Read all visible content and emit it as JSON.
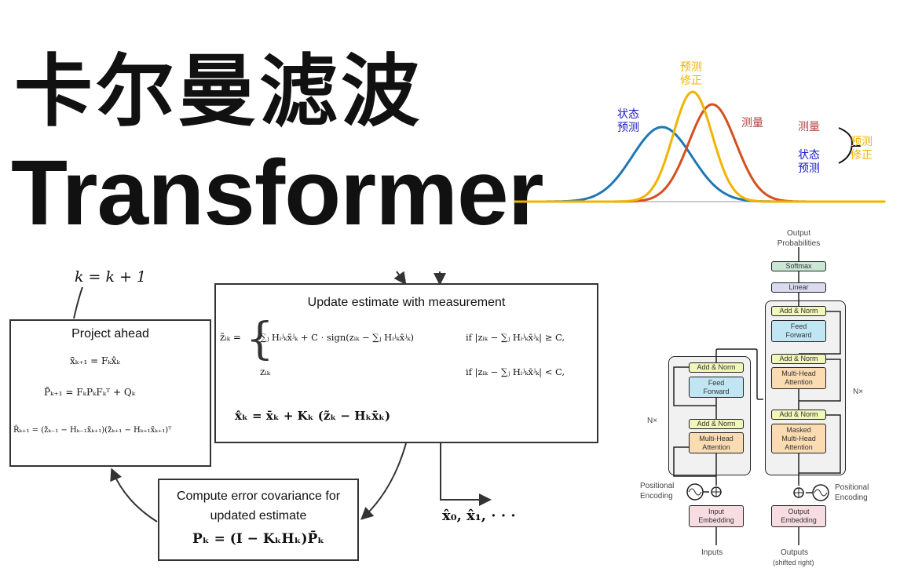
{
  "titles": {
    "chinese": "卡尔曼滤波",
    "english": "Transformer"
  },
  "gaussian": {
    "labels": {
      "state_pred": "状态\n预测",
      "pred_correct": "预测\n修正",
      "measurement": "测量"
    },
    "legend": {
      "measurement": "测量",
      "state_pred": "状态\n预测",
      "pred_correct": "预测\n修正"
    },
    "colors": {
      "blue": "#1f77b4",
      "yellow": "#f0b400",
      "red": "#d4501e",
      "label_blue": "#1a1ac8",
      "label_red": "#b04040"
    }
  },
  "kalman": {
    "iter": "k = k + 1",
    "project": {
      "title": "Project ahead",
      "eq1": "x̄ₖ₊₁ = Fₖx̂ₖ",
      "eq2": "P̄ₖ₊₁ = FₖPₖFₖᵀ + Qₖ",
      "eq3": "R̂ₖ₊₁ = (z̃ₖ₋₁ − Hₖ₋₁x̄ₖ₊₁)(z̃ₖ₊₁ − Hₖ₊₁x̄ₖ₊₁)ᵀ"
    },
    "update": {
      "title": "Update estimate with measurement",
      "lhs": "z̃ᵢₖ =",
      "case1": "∑ⱼ Hᵢʲₖx̄ʲₖ + C · sign(zᵢₖ − ∑ⱼ Hᵢʲₖx̄ʲₖ)",
      "cond1": "if  |zᵢₖ − ∑ⱼ Hᵢʲₖx̄ʲₖ| ≥ C,",
      "case2": "zᵢₖ",
      "cond2": "if  |zᵢₖ − ∑ⱼ Hᵢʲₖx̄ʲₖ| < C,",
      "eq": "x̂ₖ = x̄ₖ + Kₖ (z̃ₖ − Hₖx̄ₖ)"
    },
    "covariance": {
      "title": "Compute error covariance for updated estimate",
      "eq": "Pₖ = (I − KₖHₖ)P̄ₖ"
    },
    "output": "x̂₀, x̂₁, · · ·"
  },
  "transformer": {
    "output_probs": "Output\nProbabilities",
    "softmax": "Softmax",
    "linear": "Linear",
    "add_norm": "Add & Norm",
    "feed_forward": "Feed\nForward",
    "mha": "Multi-Head\nAttention",
    "masked_mha": "Masked\nMulti-Head\nAttention",
    "nx": "N×",
    "pos_enc": "Positional\nEncoding",
    "input_emb": "Input\nEmbedding",
    "output_emb": "Output\nEmbedding",
    "inputs": "Inputs",
    "outputs": "Outputs",
    "shifted": "(shifted right)"
  }
}
